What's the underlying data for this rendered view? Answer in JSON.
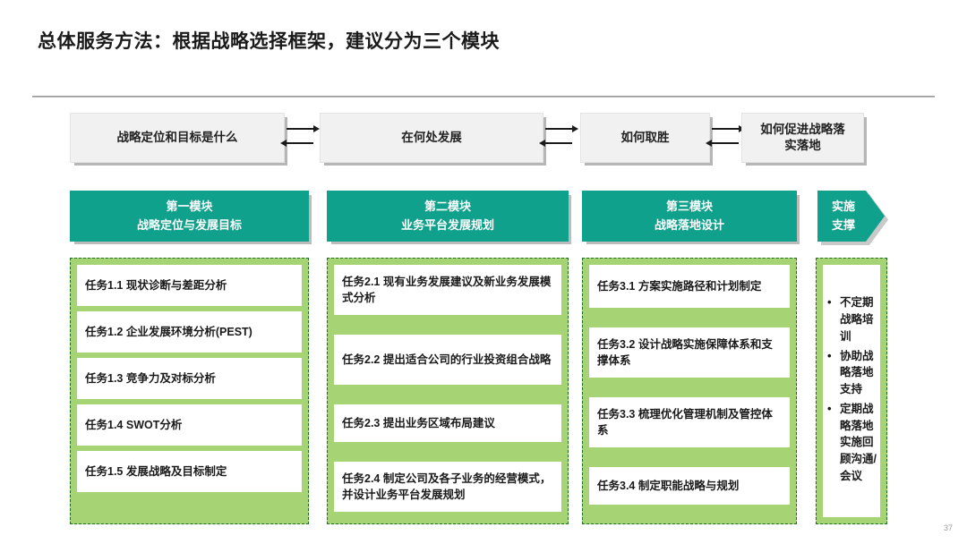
{
  "slide": {
    "title": "总体服务方法：根据战略选择框架，建议分为三个模块",
    "page_number": "37",
    "colors": {
      "teal": "#10a18c",
      "light_green": "#a6d475",
      "dashed_border": "#1e6b2a",
      "flow_box": "#f1f1f1"
    }
  },
  "flow": {
    "boxes": [
      {
        "label": "战略定位和目标是什么"
      },
      {
        "label": "在何处发展"
      },
      {
        "label": "如何取胜"
      },
      {
        "label_line1": "如何促进战略落",
        "label_line2": "实落地"
      }
    ]
  },
  "modules": [
    {
      "title": "第一模块",
      "subtitle": "战略定位与发展目标"
    },
    {
      "title": "第二模块",
      "subtitle": "业务平台发展规划"
    },
    {
      "title": "第三模块",
      "subtitle": "战略落地设计"
    },
    {
      "title": "实施",
      "subtitle": "支撑"
    }
  ],
  "columns": [
    {
      "tasks": [
        {
          "num": "任务1.1",
          "text": "现状诊断与差距分析"
        },
        {
          "num": "任务1.2",
          "text": "企业发展环境分析(PEST)"
        },
        {
          "num": "任务1.3",
          "text": "竞争力及对标分析"
        },
        {
          "num": "任务1.4",
          "text": "SWOT分析"
        },
        {
          "num": "任务1.5",
          "text": "发展战略及目标制定"
        }
      ]
    },
    {
      "tasks": [
        {
          "num": "任务2.1",
          "text": "现有业务发展建议及新业务发展模式分析"
        },
        {
          "num": "任务2.2",
          "text": "提出适合公司的行业投资组合战略"
        },
        {
          "num": "任务2.3",
          "text": "提出业务区域布局建议"
        },
        {
          "num": "任务2.4",
          "text": "制定公司及各子业务的经营模式，并设计业务平台发展规划"
        }
      ]
    },
    {
      "tasks": [
        {
          "num": "任务3.1",
          "text": "方案实施路径和计划制定"
        },
        {
          "num": "任务3.2",
          "text": "设计战略实施保障体系和支撑体系"
        },
        {
          "num": "任务3.3",
          "text": "梳理优化管理机制及管控体系"
        },
        {
          "num": "任务3.4",
          "text": "制定职能战略与规划"
        }
      ]
    }
  ],
  "support": {
    "bullets": [
      "不定期战略培训",
      "协助战略落地支持",
      "定期战略落地实施回顾沟通/会议"
    ]
  }
}
